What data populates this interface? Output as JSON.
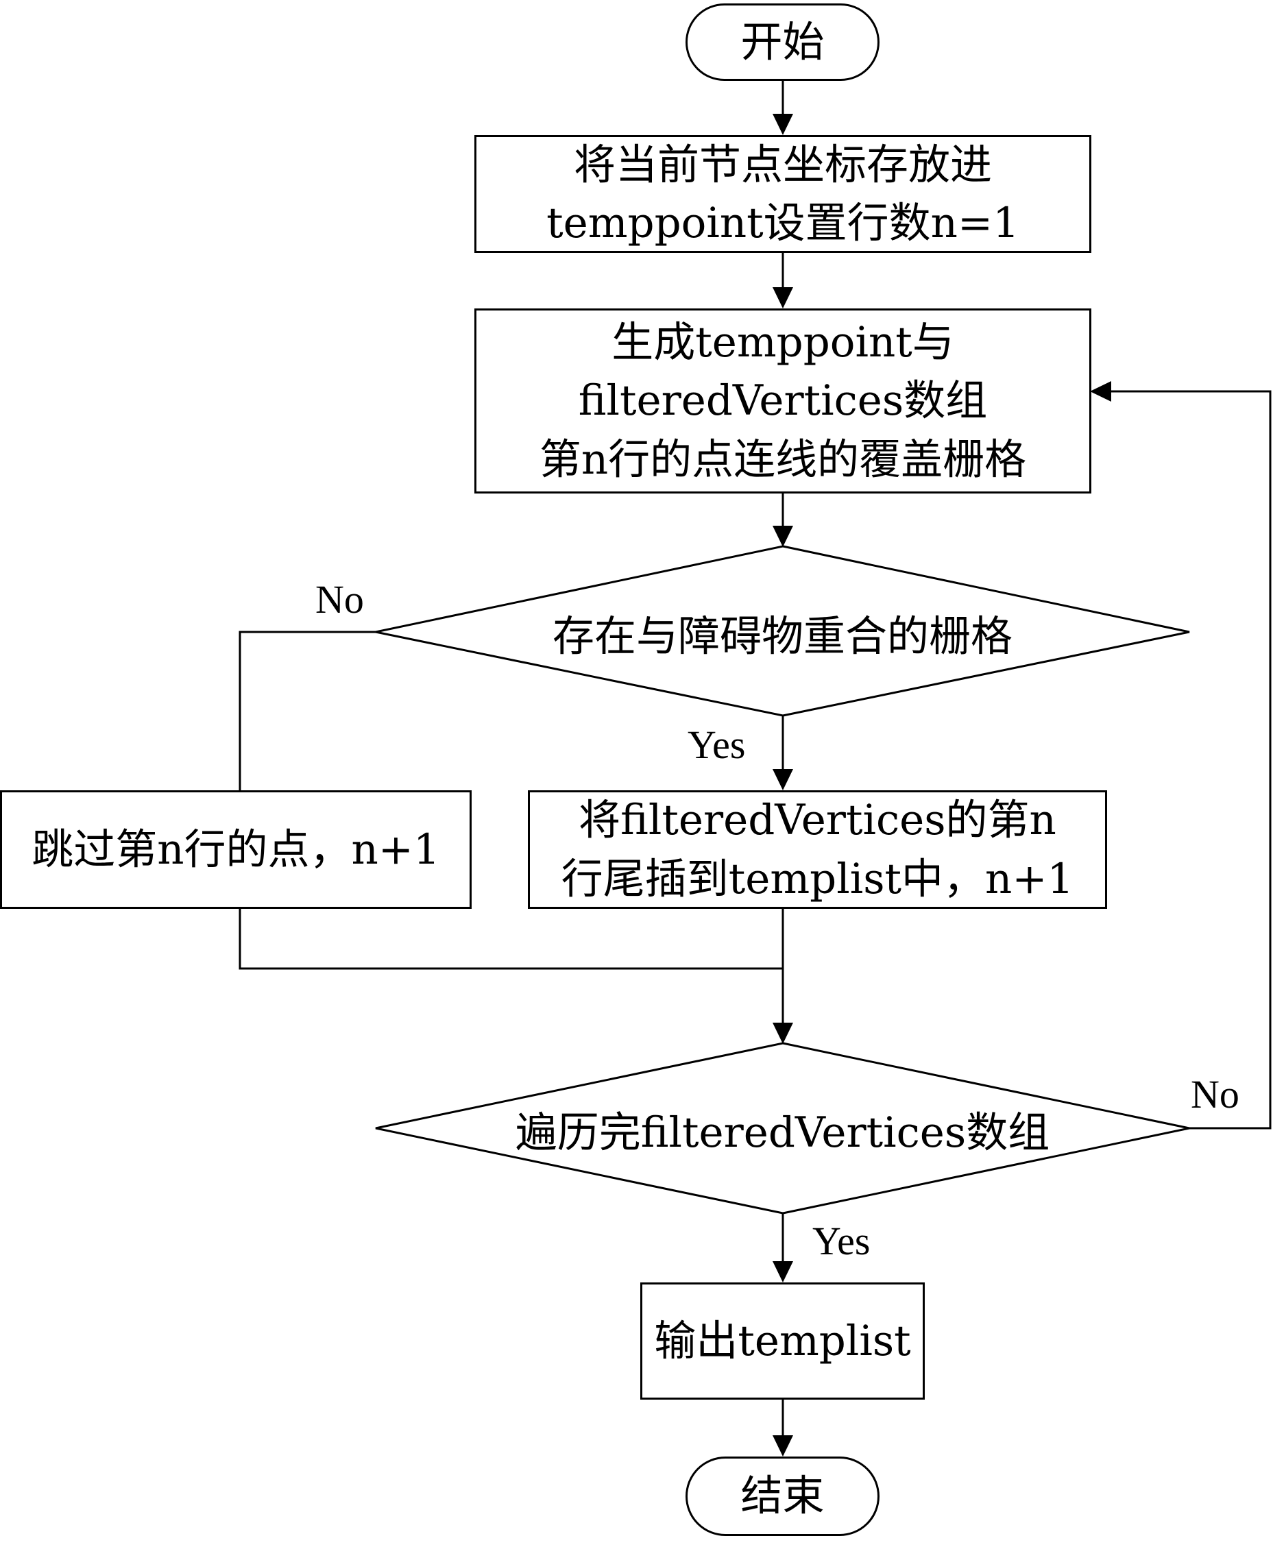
{
  "nodes": {
    "start": "开始",
    "init_line1": "将当前节点坐标存放进",
    "init_line2": "temppoint设置行数n=1",
    "gen_line1": "生成temppoint与",
    "gen_line2": "filteredVertices数组",
    "gen_line3": "第n行的点连线的覆盖栅格",
    "decision_overlap": "存在与障碍物重合的栅格",
    "skip": "跳过第n行的点，n+1",
    "insert_line1": "将filteredVertices的第n",
    "insert_line2": "行尾插到templist中，n+1",
    "decision_done": "遍历完filteredVertices数组",
    "output": "输出templist",
    "end": "结束"
  },
  "edge_labels": {
    "overlap_no": "No",
    "overlap_yes": "Yes",
    "done_no": "No",
    "done_yes": "Yes"
  }
}
